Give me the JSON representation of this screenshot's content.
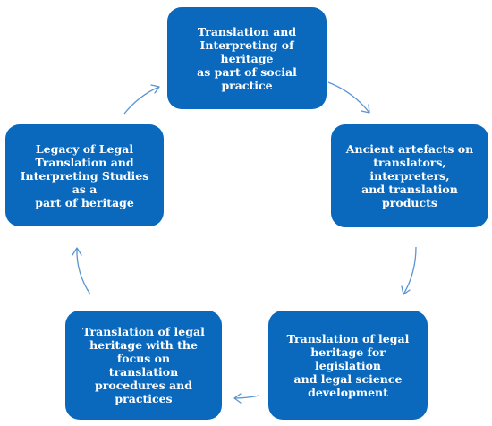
{
  "diagram": {
    "type": "cycle",
    "colors": {
      "box_fill": "#0a69bd",
      "box_text": "#ffffff",
      "arrow": "#5b94d2"
    },
    "nodes": [
      {
        "id": "top",
        "label": "Translation and\nInterpreting  of  heritage\nas part of  social practice"
      },
      {
        "id": "right",
        "label": "Ancient artefacts on\ntranslators, interpreters,\nand translation products"
      },
      {
        "id": "bottom-right",
        "label": "Translation  of  legal\nheritage for legislation\nand legal science\ndevelopment"
      },
      {
        "id": "bottom-left",
        "label": "Translation of  legal\nheritage with the focus on\ntranslation procedures and\npractices"
      },
      {
        "id": "left",
        "label": "Legacy of Legal\nTranslation and\nInterpreting Studies as a\npart of heritage"
      }
    ],
    "edges": [
      {
        "from": "top",
        "to": "right"
      },
      {
        "from": "right",
        "to": "bottom-right"
      },
      {
        "from": "bottom-right",
        "to": "bottom-left"
      },
      {
        "from": "bottom-left",
        "to": "left"
      },
      {
        "from": "left",
        "to": "top"
      }
    ]
  }
}
